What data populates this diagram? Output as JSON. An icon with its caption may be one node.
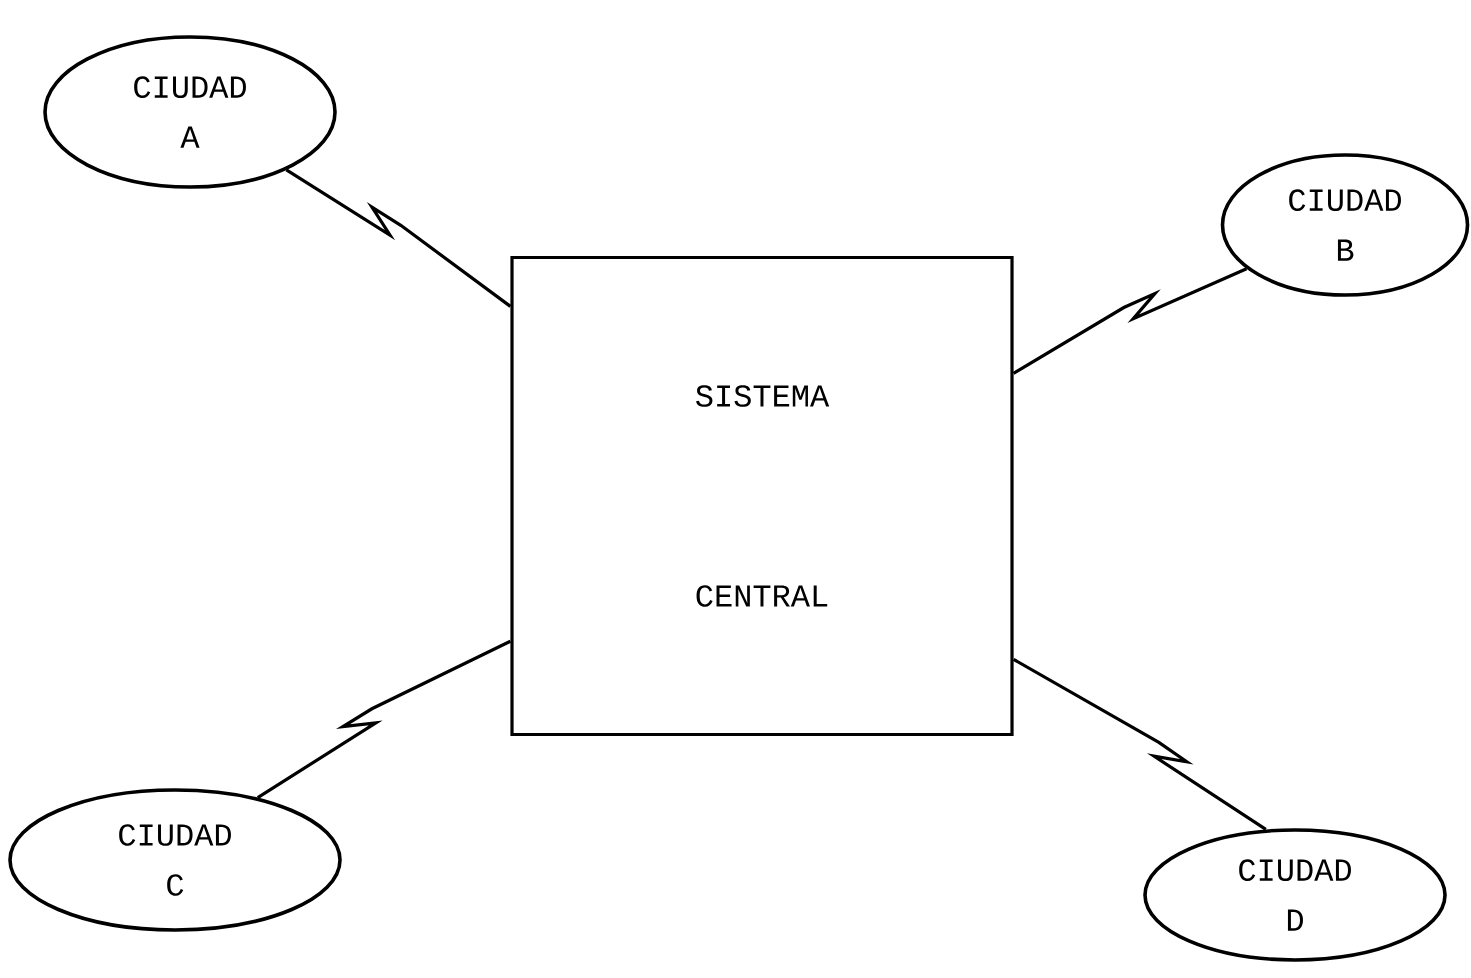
{
  "diagram": {
    "nodes": [
      {
        "text": [
          "CIUDAD A"
        ]
      },
      {
        "text": [
          "CIUDAD B"
        ]
      },
      {
        "text": [
          "SISTEMA CENTRAL"
        ]
      },
      {
        "text": [
          "CIUDAD C"
        ]
      },
      {
        "text": [
          "CIUDAD D"
        ]
      }
    ],
    "edges": [
      {
        "from": 0,
        "to": 2,
        "arrow": "none"
      },
      {
        "from": 1,
        "to": 2,
        "arrow": "none"
      },
      {
        "from": 3,
        "to": 2,
        "arrow": "none"
      },
      {
        "from": 4,
        "to": 2,
        "arrow": "none"
      }
    ]
  }
}
